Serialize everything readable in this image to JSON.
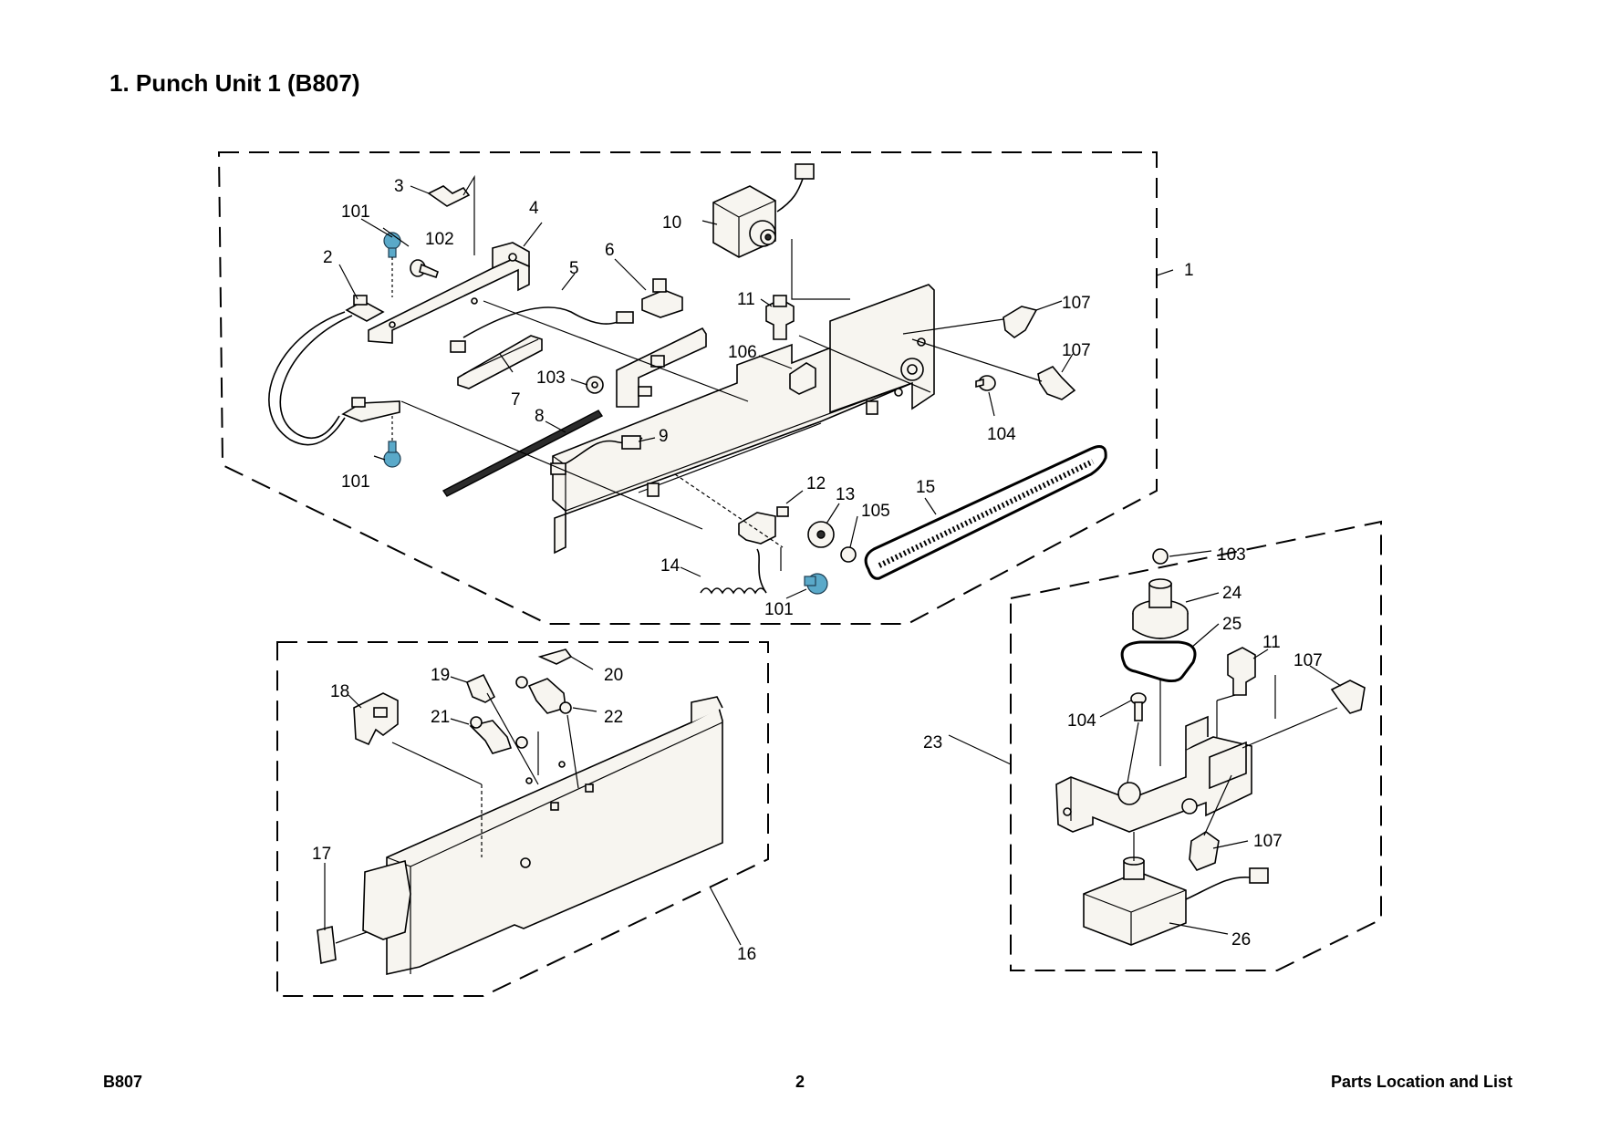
{
  "page": {
    "title": "1. Punch Unit 1 (B807)",
    "footer_left": "B807",
    "footer_center": "2",
    "footer_right": "Parts Location and List"
  },
  "colors": {
    "screw_highlight": "#5aa9c9",
    "line": "#000000",
    "background": "#ffffff"
  },
  "callouts": {
    "c1": "1",
    "c2": "2",
    "c3": "3",
    "c4": "4",
    "c5": "5",
    "c6": "6",
    "c7": "7",
    "c8": "8",
    "c9": "9",
    "c10": "10",
    "c11a": "11",
    "c11b": "11",
    "c12": "12",
    "c13": "13",
    "c14": "14",
    "c15": "15",
    "c16": "16",
    "c17": "17",
    "c18": "18",
    "c19": "19",
    "c20": "20",
    "c21": "21",
    "c22": "22",
    "c23": "23",
    "c24": "24",
    "c25": "25",
    "c26": "26",
    "c101a": "101",
    "c101b": "101",
    "c101c": "101",
    "c102": "102",
    "c103a": "103",
    "c103b": "103",
    "c104a": "104",
    "c104b": "104",
    "c105": "105",
    "c106": "106",
    "c107a": "107",
    "c107b": "107",
    "c107c": "107",
    "c107d": "107"
  }
}
